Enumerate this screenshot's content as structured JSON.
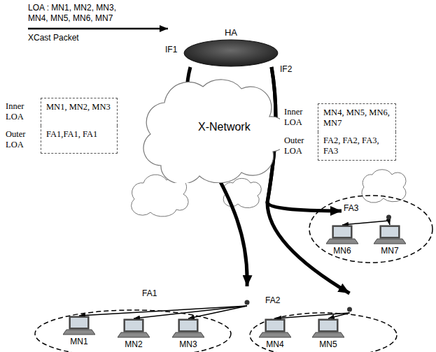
{
  "diagram": {
    "nodes": [
      {
        "text": [
          "HA"
        ]
      },
      {
        "text": [
          "Inner LOA",
          "MN1, MN2, MN3",
          "Outer LOA",
          "FA1,FA1, FA1"
        ]
      },
      {
        "text": [
          "X-Network"
        ]
      },
      {
        "text": [
          "Inner LOA",
          "MN4, MN5, MN6, MN7",
          "Outer LOA",
          "FA2, FA2, FA3, FA3"
        ]
      },
      {
        "text": [
          "FA3"
        ]
      },
      {
        "text": [
          "MN6"
        ]
      },
      {
        "text": [
          "MN7"
        ]
      },
      {
        "text": [
          "FA1"
        ]
      },
      {
        "text": [
          "FA2"
        ]
      },
      {
        "text": [
          "MN1"
        ]
      },
      {
        "text": [
          "MN2"
        ]
      },
      {
        "text": [
          "MN3"
        ]
      },
      {
        "text": [
          "MN4"
        ]
      },
      {
        "text": [
          "MN5"
        ]
      }
    ],
    "edges": [
      {
        "from": 0,
        "to": 7,
        "arrow": "to"
      },
      {
        "from": 0,
        "to": 4,
        "arrow": "to"
      },
      {
        "from": 0,
        "to": 8,
        "arrow": "to"
      },
      {
        "from": 7,
        "to": 9,
        "arrow": "to"
      },
      {
        "from": 7,
        "to": 10,
        "arrow": "to"
      },
      {
        "from": 7,
        "to": 11,
        "arrow": "to"
      },
      {
        "from": 8,
        "to": 12,
        "arrow": "to"
      },
      {
        "from": 8,
        "to": 13,
        "arrow": "to"
      },
      {
        "from": 4,
        "to": 5,
        "arrow": "to"
      },
      {
        "from": 4,
        "to": 6,
        "arrow": "to"
      }
    ],
    "labels": [
      "LOA : MN1, MN2, MN3, MN4, MN5, MN6, MN7",
      "XCast Packet",
      "IF1",
      "IF2"
    ]
  }
}
